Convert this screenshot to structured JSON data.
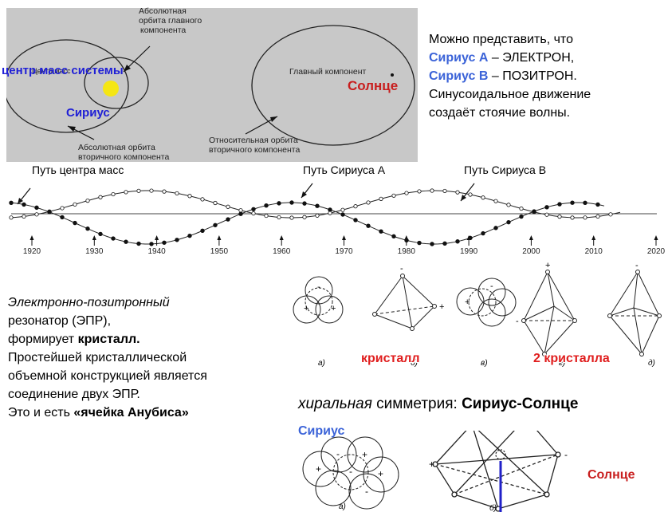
{
  "orbit_diagram": {
    "label_abs_primary_orbit": [
      "Абсолютная",
      "орбита главного",
      "компонента"
    ],
    "label_center_mass": "центр масс системы",
    "label_center_mass_small": "Центр масс",
    "label_main_component": "Главный компонент",
    "label_sun": "Солнце",
    "label_sirius": "Сириус",
    "label_abs_secondary_orbit": [
      "Абсолютная орбита",
      "вторичного компонента"
    ],
    "label_rel_secondary_orbit": [
      "Относительная орбита",
      "вторичного компонента"
    ]
  },
  "intro": {
    "line1": "Можно представить, что",
    "sirius_a": "Сириус А",
    "sirius_a_rest": " – ЭЛЕКТРОН,",
    "sirius_b": "Сириус В",
    "sirius_b_rest": " – ПОЗИТРОН.",
    "line4": "Синусоидальное движение",
    "line5": "создаёт стоячие волны."
  },
  "path_diagram": {
    "label_center": "Путь центра масс",
    "label_a": "Путь Сириуса А",
    "label_b": "Путь Сириуса В",
    "years": [
      "1920",
      "1930",
      "1940",
      "1950",
      "1960",
      "1970",
      "1980",
      "1990",
      "2000",
      "2010",
      "2020"
    ]
  },
  "resonator": {
    "line1": "Электронно-позитронный",
    "line2": "резонатор (ЭПР),",
    "line3a": "формирует ",
    "line3b": "кристалл.",
    "line4": "Простейшей кристаллической",
    "line5": "объемной конструкцией является",
    "line6": "соединение двух ЭПР.",
    "line7a": "Это и есть ",
    "line7b": "«ячейка Анубиса»"
  },
  "crystal_figure": {
    "captions": [
      "а)",
      "б)",
      "в)",
      "г)",
      "д)"
    ],
    "label_crystal": "кристалл",
    "label_two_crystals": "2 кристалла"
  },
  "chiral": {
    "word_italic": "хиральная",
    "word_rest": " симметрия: ",
    "word_bold": "Сириус-Солнце"
  },
  "bottom_figure": {
    "label_sirius": "Сириус",
    "label_sun": "Солнце",
    "caption_a": "а)",
    "caption_b": "б)"
  },
  "colors": {
    "blue": "#1f1fd6",
    "red": "#c81e1e",
    "yellow": "#f5e614",
    "panel": "#c8c8c8"
  }
}
